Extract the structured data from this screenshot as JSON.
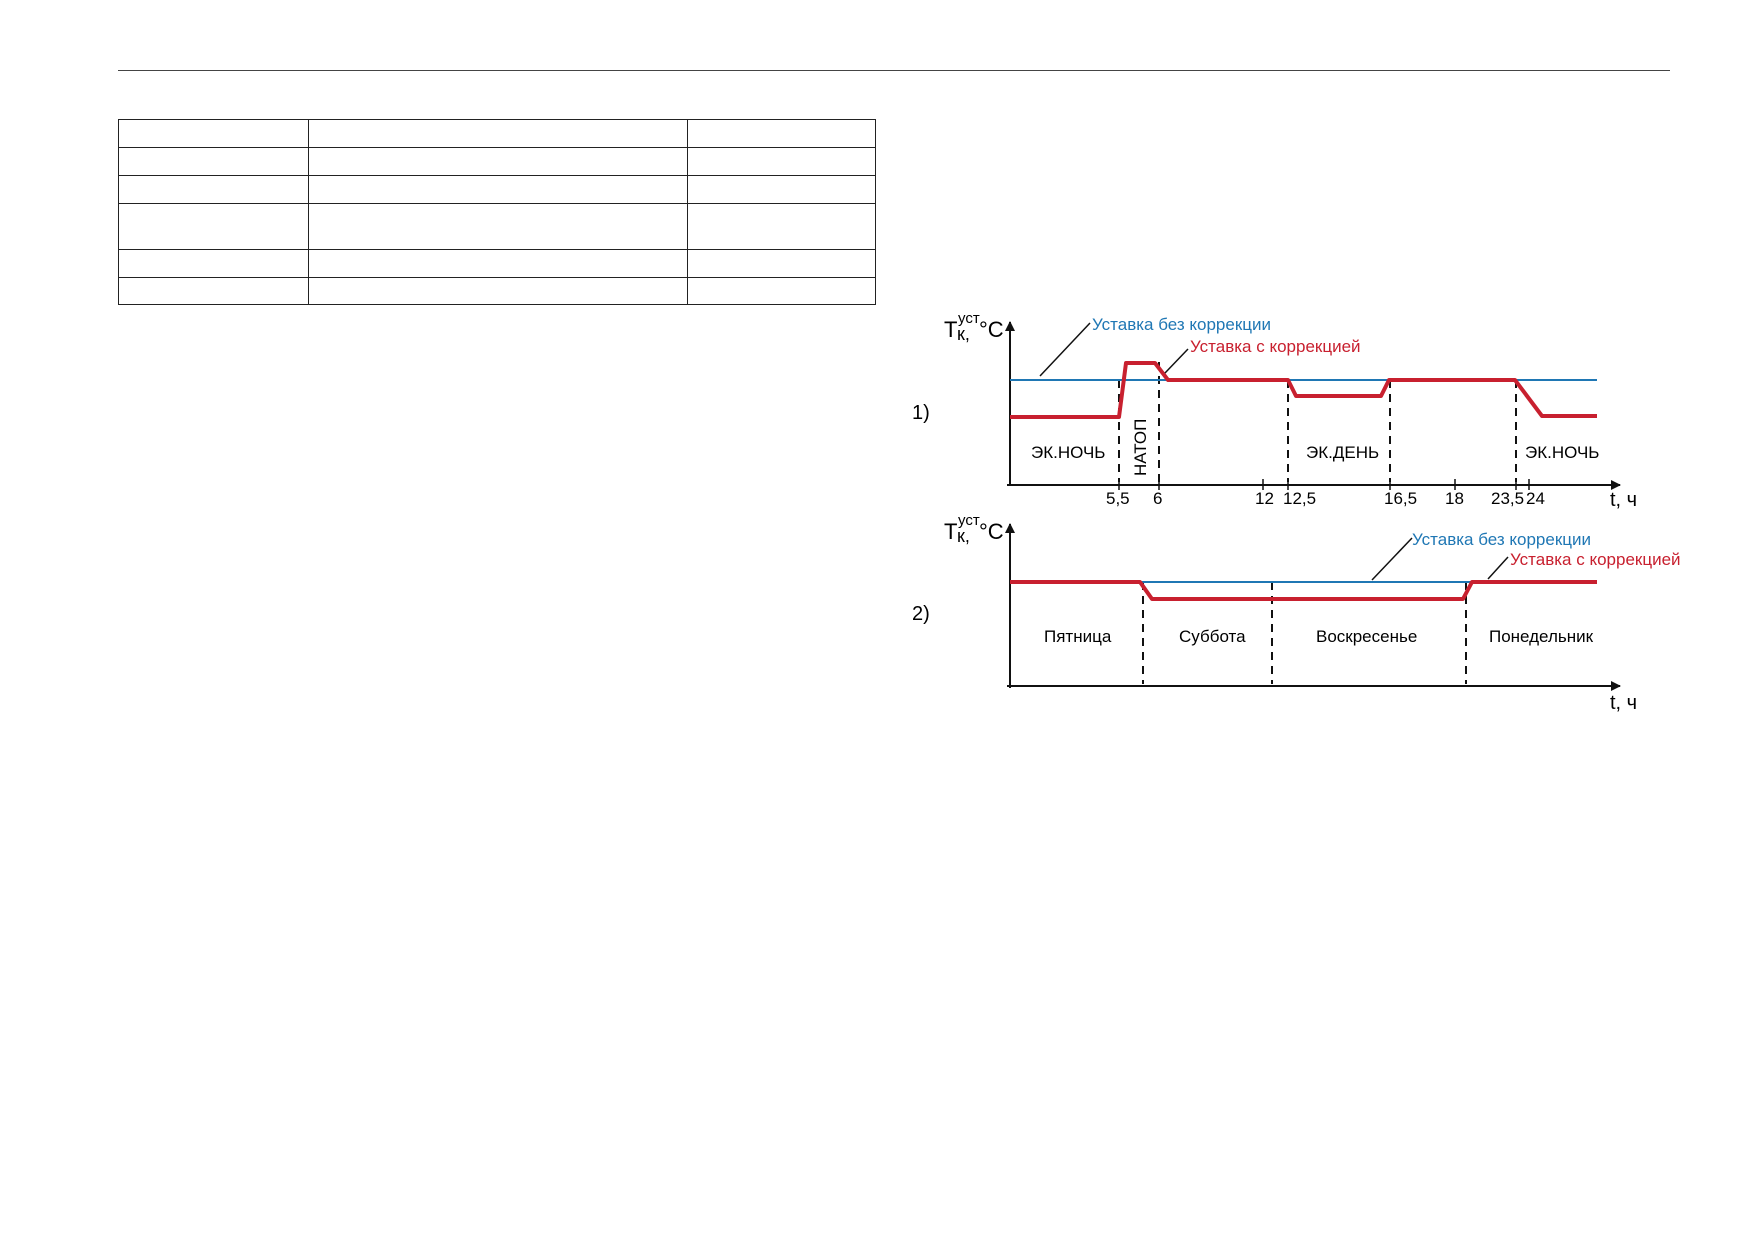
{
  "colors": {
    "setpoint_without_correction": "#1f77b4",
    "setpoint_with_correction": "#c8202f",
    "axis": "#111111"
  },
  "table": {
    "columns": 3,
    "rows": [
      [
        "",
        "",
        ""
      ],
      [
        "",
        "",
        ""
      ],
      [
        "",
        "",
        ""
      ],
      [
        "",
        "",
        ""
      ],
      [
        "",
        "",
        ""
      ],
      [
        "",
        "",
        ""
      ]
    ]
  },
  "diagram": {
    "y_axis_main": "T",
    "y_axis_sub": "к,",
    "y_axis_sup": "уст",
    "y_axis_unit": "°C",
    "x_axis_label": "t, ч",
    "legend_without_correction": "Уставка без коррекции",
    "legend_with_correction": "Уставка с коррекцией",
    "panel1": {
      "label": "1)",
      "ticks": [
        "5,5",
        "6",
        "12",
        "12,5",
        "16,5",
        "18",
        "23,5",
        "24"
      ],
      "modes": [
        "ЭК.НОЧЬ",
        "НАТОП",
        "ЭК.ДЕНЬ",
        "ЭК.НОЧЬ"
      ]
    },
    "panel2": {
      "label": "2)",
      "days": [
        "Пятница",
        "Суббота",
        "Воскресенье",
        "Понедельник"
      ]
    }
  }
}
